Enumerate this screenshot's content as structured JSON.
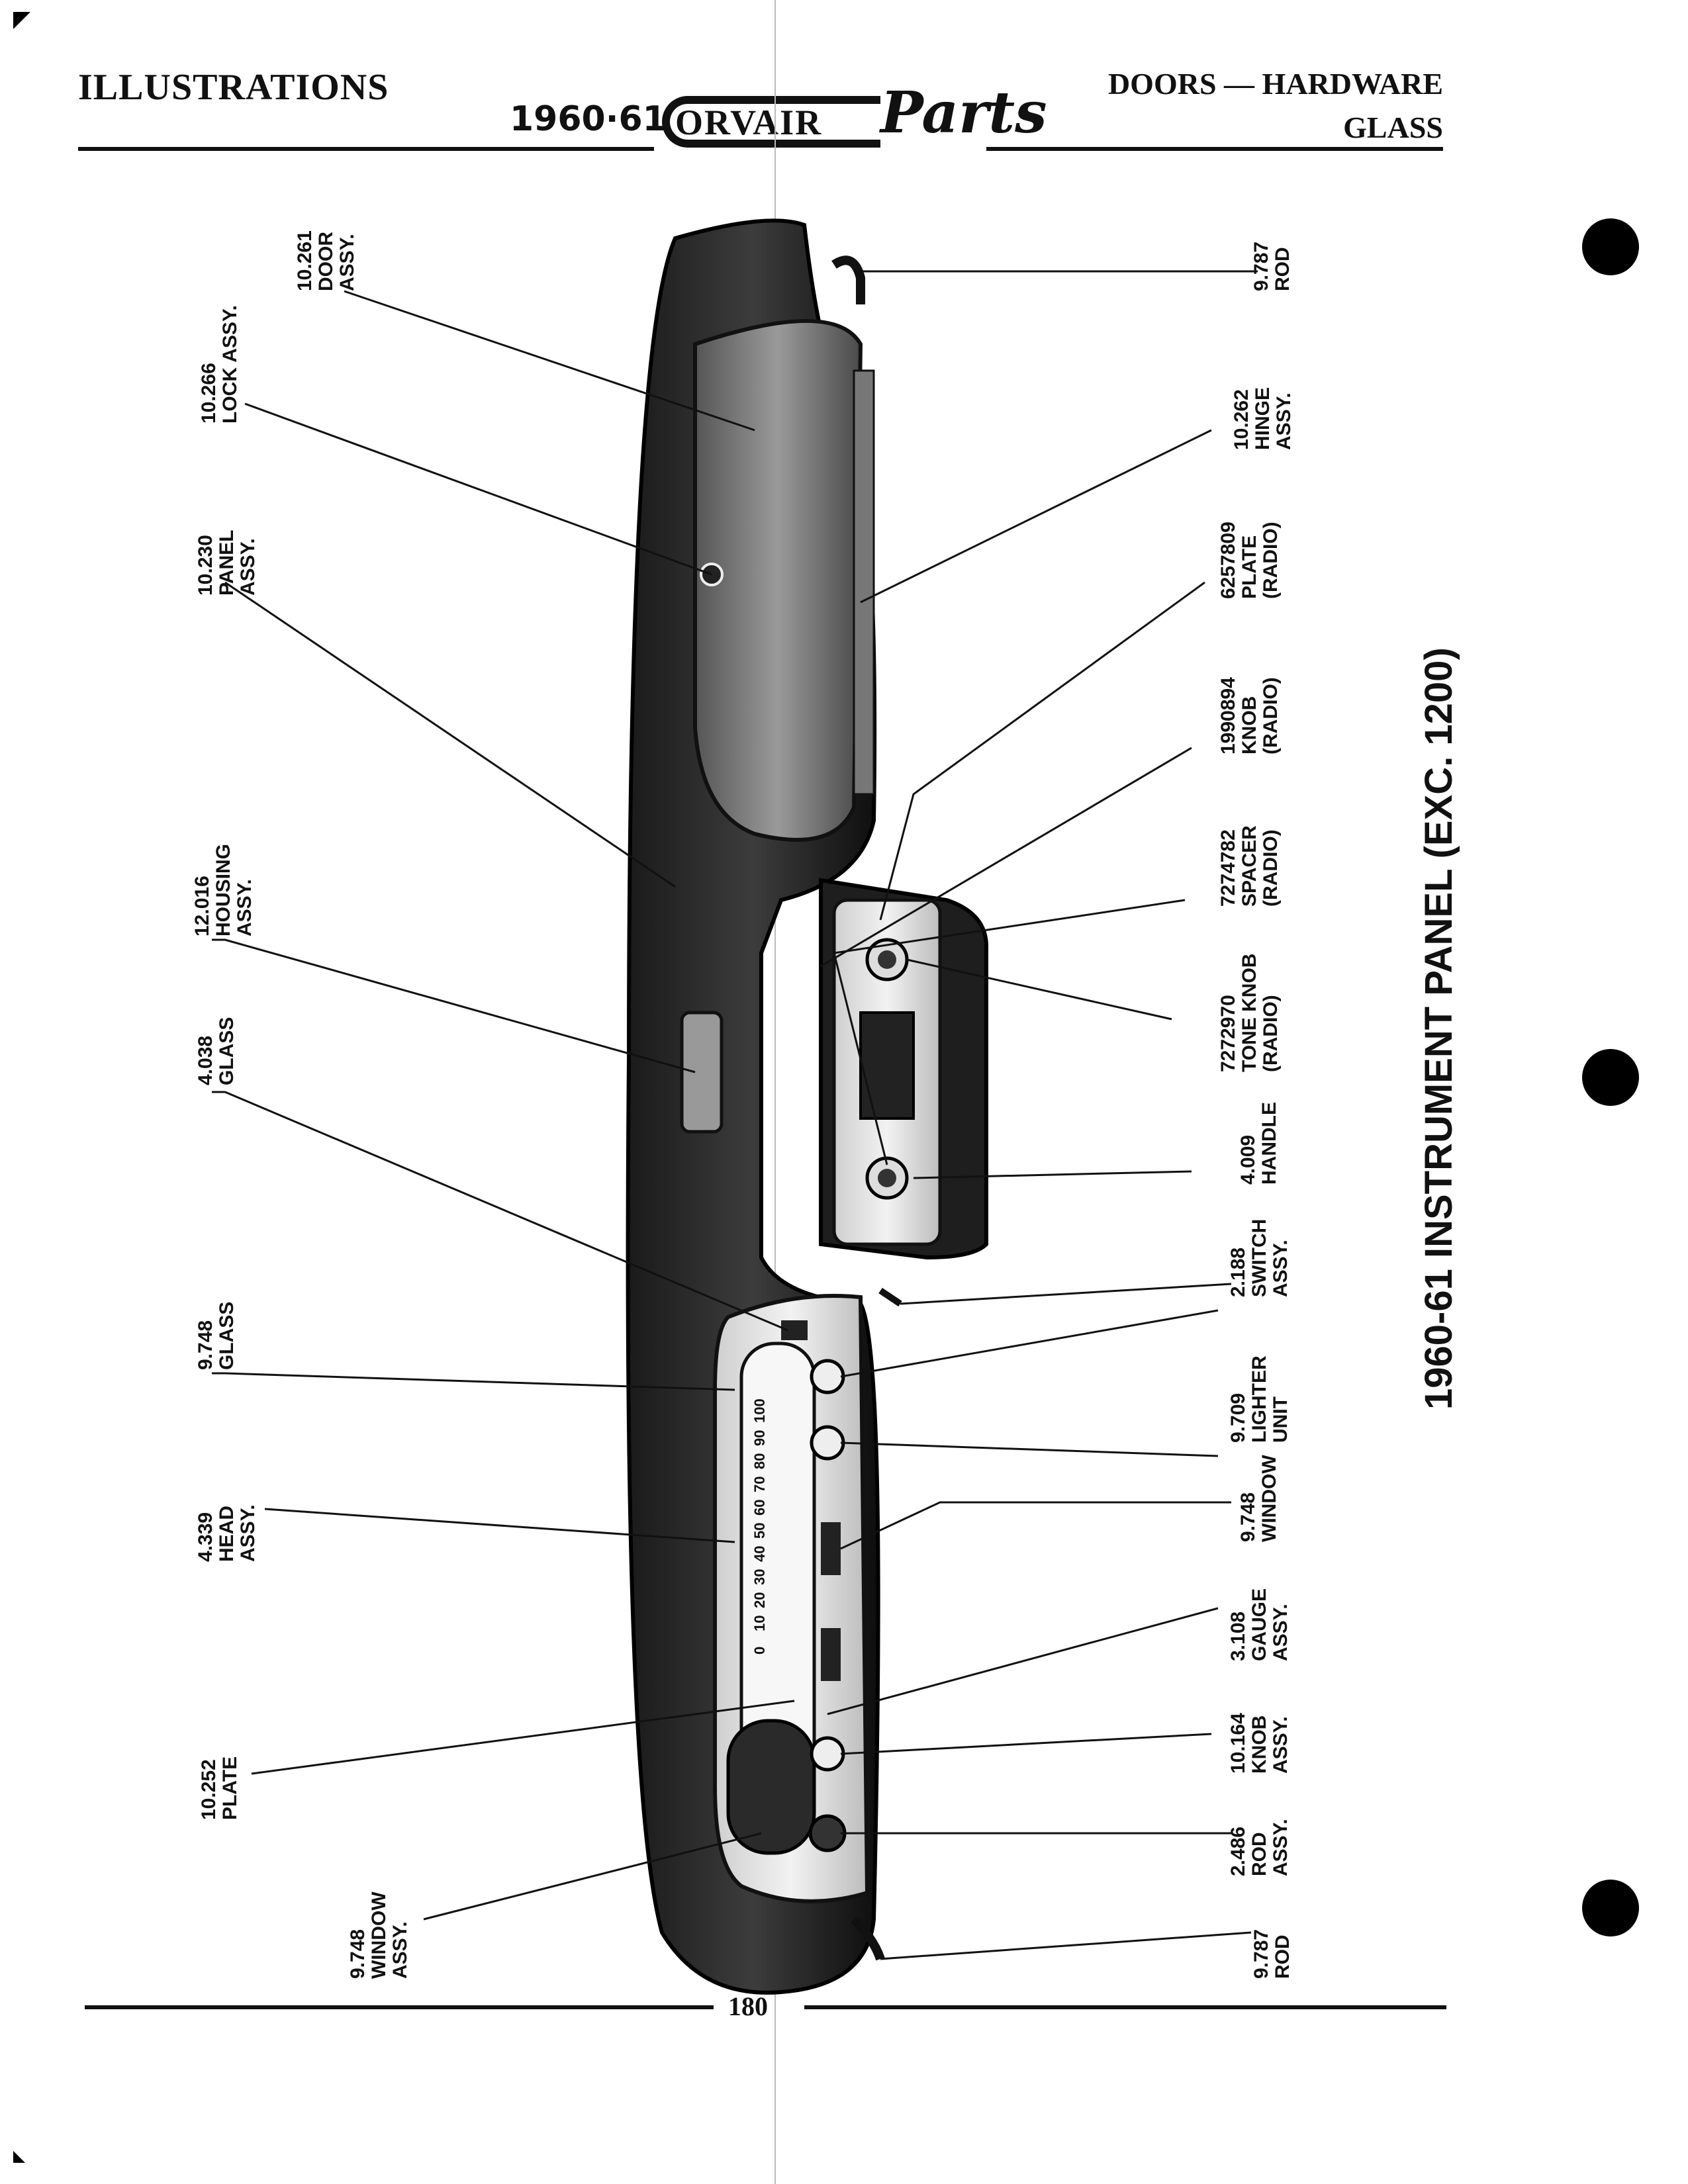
{
  "header": {
    "section": "ILLUSTRATIONS",
    "logo_year": "1960·61",
    "logo_word": "ORVAIR",
    "logo_initial": "C",
    "logo_script": "Parts",
    "category_line1": "DOORS — HARDWARE",
    "category_line2": "GLASS"
  },
  "title": "1960-61 INSTRUMENT PANEL (EXC. 1200)",
  "page_number": "180",
  "labels_left": [
    {
      "id": "door-assy",
      "text": "10.261\nDOOR\nASSY."
    },
    {
      "id": "lock-assy",
      "text": "10.266\nLOCK ASSY."
    },
    {
      "id": "panel-assy",
      "text": "10.230\nPANEL\nASSY."
    },
    {
      "id": "housing-assy",
      "text": "12.016\nHOUSING\nASSY."
    },
    {
      "id": "glass-4038",
      "text": "4.038\nGLASS"
    },
    {
      "id": "glass-9748",
      "text": "9.748\nGLASS"
    },
    {
      "id": "head-assy",
      "text": "4.339\nHEAD\nASSY."
    },
    {
      "id": "plate-10252",
      "text": "10.252\nPLATE"
    },
    {
      "id": "window-assy",
      "text": "9.748\nWINDOW\nASSY."
    }
  ],
  "labels_right": [
    {
      "id": "rod-top",
      "text": "9.787\nROD"
    },
    {
      "id": "hinge-assy",
      "text": "10.262\nHINGE\nASSY."
    },
    {
      "id": "plate-radio",
      "text": "6257809\nPLATE\n(RADIO)"
    },
    {
      "id": "knob-radio",
      "text": "1990894\nKNOB\n(RADIO)"
    },
    {
      "id": "spacer-radio",
      "text": "7274782\nSPACER\n(RADIO)"
    },
    {
      "id": "tone-knob-radio",
      "text": "7272970\nTONE KNOB\n(RADIO)"
    },
    {
      "id": "handle",
      "text": "4.009\nHANDLE"
    },
    {
      "id": "switch-assy",
      "text": "2.188\nSWITCH\nASSY."
    },
    {
      "id": "lighter-unit",
      "text": "9.709\nLIGHTER\nUNIT"
    },
    {
      "id": "window-9748",
      "text": "9.748\nWINDOW"
    },
    {
      "id": "gauge-assy",
      "text": "3.108\nGAUGE\nASSY."
    },
    {
      "id": "knob-assy",
      "text": "10.164\nKNOB\nASSY."
    },
    {
      "id": "rod-assy",
      "text": "2.486\nROD\nASSY."
    },
    {
      "id": "rod-bottom",
      "text": "9.787\nROD"
    }
  ],
  "speedometer_ticks": [
    "0",
    "10",
    "20",
    "30",
    "40",
    "50",
    "60",
    "70",
    "80",
    "90",
    "100"
  ]
}
